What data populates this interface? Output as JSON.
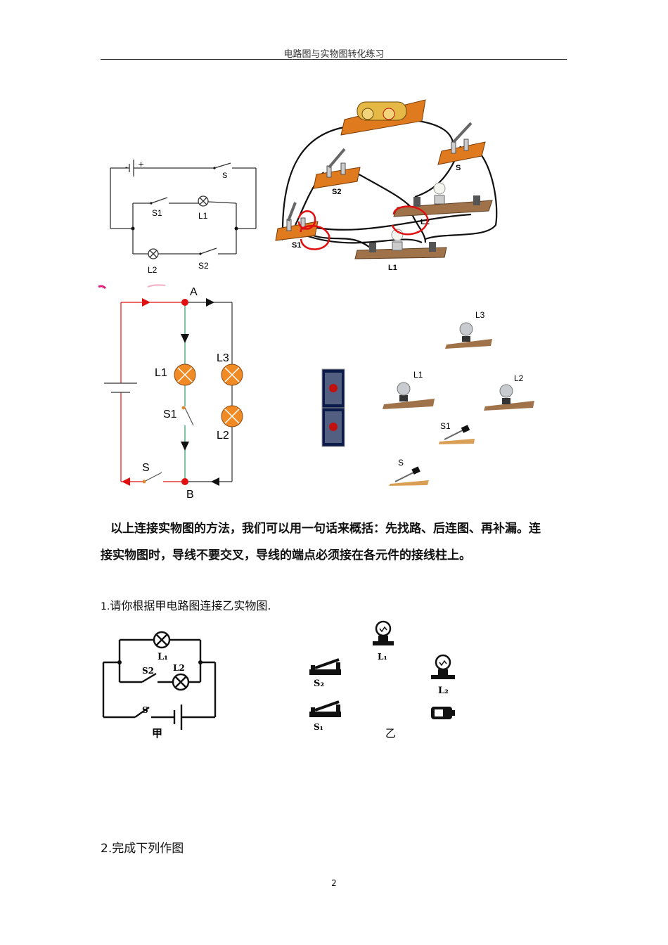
{
  "header": {
    "title": "电路图与实物图转化练习"
  },
  "figure1": {
    "schematic_labels": {
      "battery_plus": "+",
      "battery_minus": "-",
      "s": "S",
      "s1": "S1",
      "l1": "L1",
      "l2": "L2",
      "s2": "S2"
    },
    "physical_labels": {
      "s": "S",
      "s2": "S2",
      "s1": "S1",
      "l2": "L2",
      "l1": "L1"
    }
  },
  "figure2": {
    "schematic_labels": {
      "a": "A",
      "b": "B",
      "l1": "L1",
      "l3": "L3",
      "l2": "L2",
      "s1": "S1",
      "s": "S"
    },
    "physical_labels": {
      "l3": "L3",
      "l1": "L1",
      "l2": "L2",
      "s1": "S1",
      "s": "S"
    }
  },
  "summary": {
    "line1": "以上连接实物图的方法，我们可以用一句话来概括：先找路、后连图、再补漏。连",
    "line2": "接实物图时，导线不要交叉，导线的端点必须接在各元件的接线柱上。"
  },
  "question1": {
    "number": "1.",
    "text": "请你根据甲电路图连接乙实物图.",
    "jia_labels": {
      "l1": "L₁",
      "s2": "S2",
      "l2": "L2",
      "s": "S",
      "caption": "甲"
    },
    "yi_labels": {
      "l1": "L₁",
      "s2": "S₂",
      "l2": "L₂",
      "s1": "S₁",
      "caption": "乙"
    }
  },
  "question2": {
    "text": "2.完成下列作图"
  },
  "footer": {
    "page_number": "2"
  }
}
